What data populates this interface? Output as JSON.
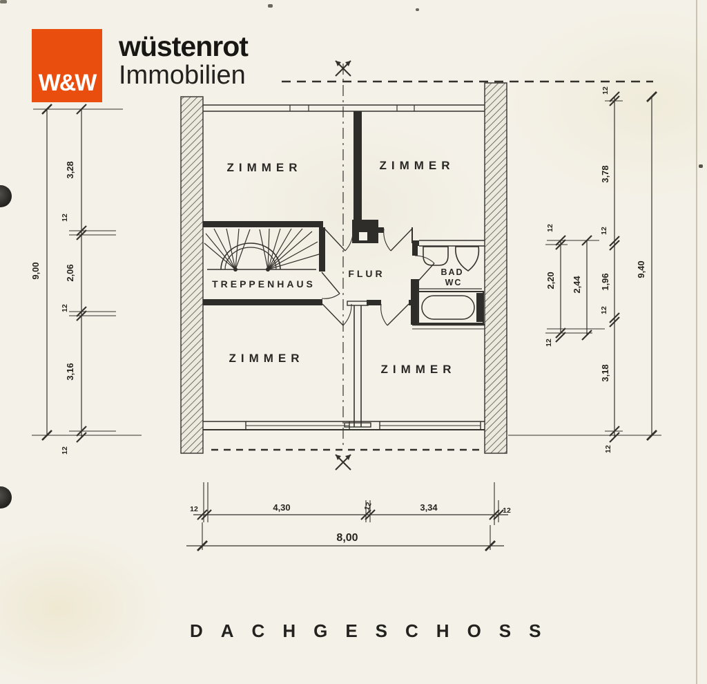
{
  "logo": {
    "monogram": "W&W",
    "brand": "wüstenrot",
    "division": "Immobilien"
  },
  "plan": {
    "title": "DACHGESCHOSS",
    "rooms": {
      "zimmer_tl": "ZIMMER",
      "zimmer_tr": "ZIMMER",
      "treppenhaus": "TREPPENHAUS",
      "flur": "FLUR",
      "bad": "BAD",
      "wc": "WC",
      "zimmer_bl": "ZIMMER",
      "zimmer_br": "ZIMMER"
    }
  },
  "dims": {
    "left_outer": "9,00",
    "left": [
      "3,28",
      "12",
      "2,06",
      "12",
      "3,16",
      "12"
    ],
    "right": [
      "12",
      "3,78",
      "12",
      "1,96",
      "12",
      "3,18",
      "12"
    ],
    "right_bath": [
      "12",
      "2,20",
      "12"
    ],
    "right_bath_total": "2,44",
    "right_outer": "9,40",
    "bottom": [
      "12",
      "4,30",
      "12",
      "3,34",
      "12"
    ],
    "bottom_total": "8,00"
  },
  "colors": {
    "accent_orange": "#e94e0e",
    "ink": "#33312c",
    "paper": "#f4f1e8"
  }
}
